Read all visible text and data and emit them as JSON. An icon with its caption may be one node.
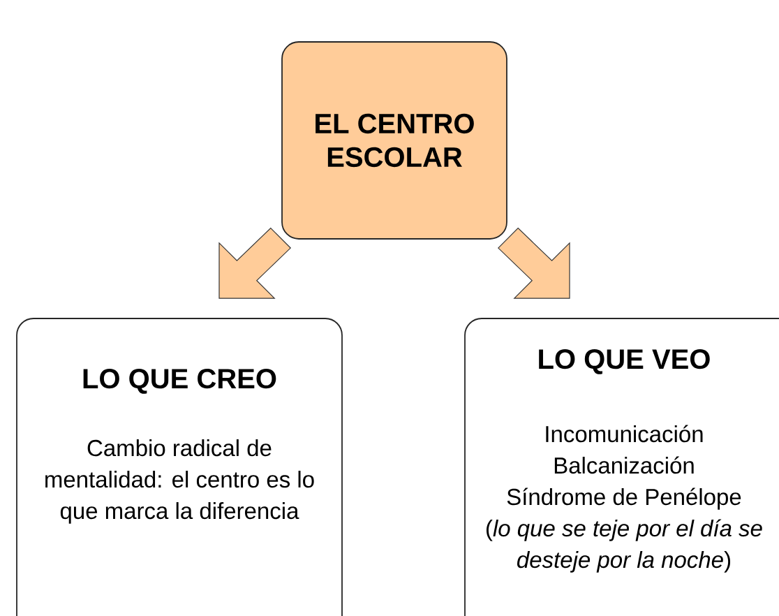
{
  "diagram": {
    "nodes": [
      {
        "text": [
          "EL CENTRO ESCOLAR"
        ]
      },
      {
        "text": [
          "LO QUE CREO",
          "Cambio radical de mentalidad: el centro es lo que marca la diferencia"
        ]
      },
      {
        "text": [
          "LO QUE VEO",
          "Incomunicación",
          "Balcanización",
          "Síndrome de Penélope",
          "(*lo que se teje por el día se desteje por la noche*)"
        ]
      }
    ],
    "edges": [
      {
        "from": 0,
        "to": 1,
        "arrow": "to"
      },
      {
        "from": 0,
        "to": 2,
        "arrow": "to"
      }
    ]
  }
}
